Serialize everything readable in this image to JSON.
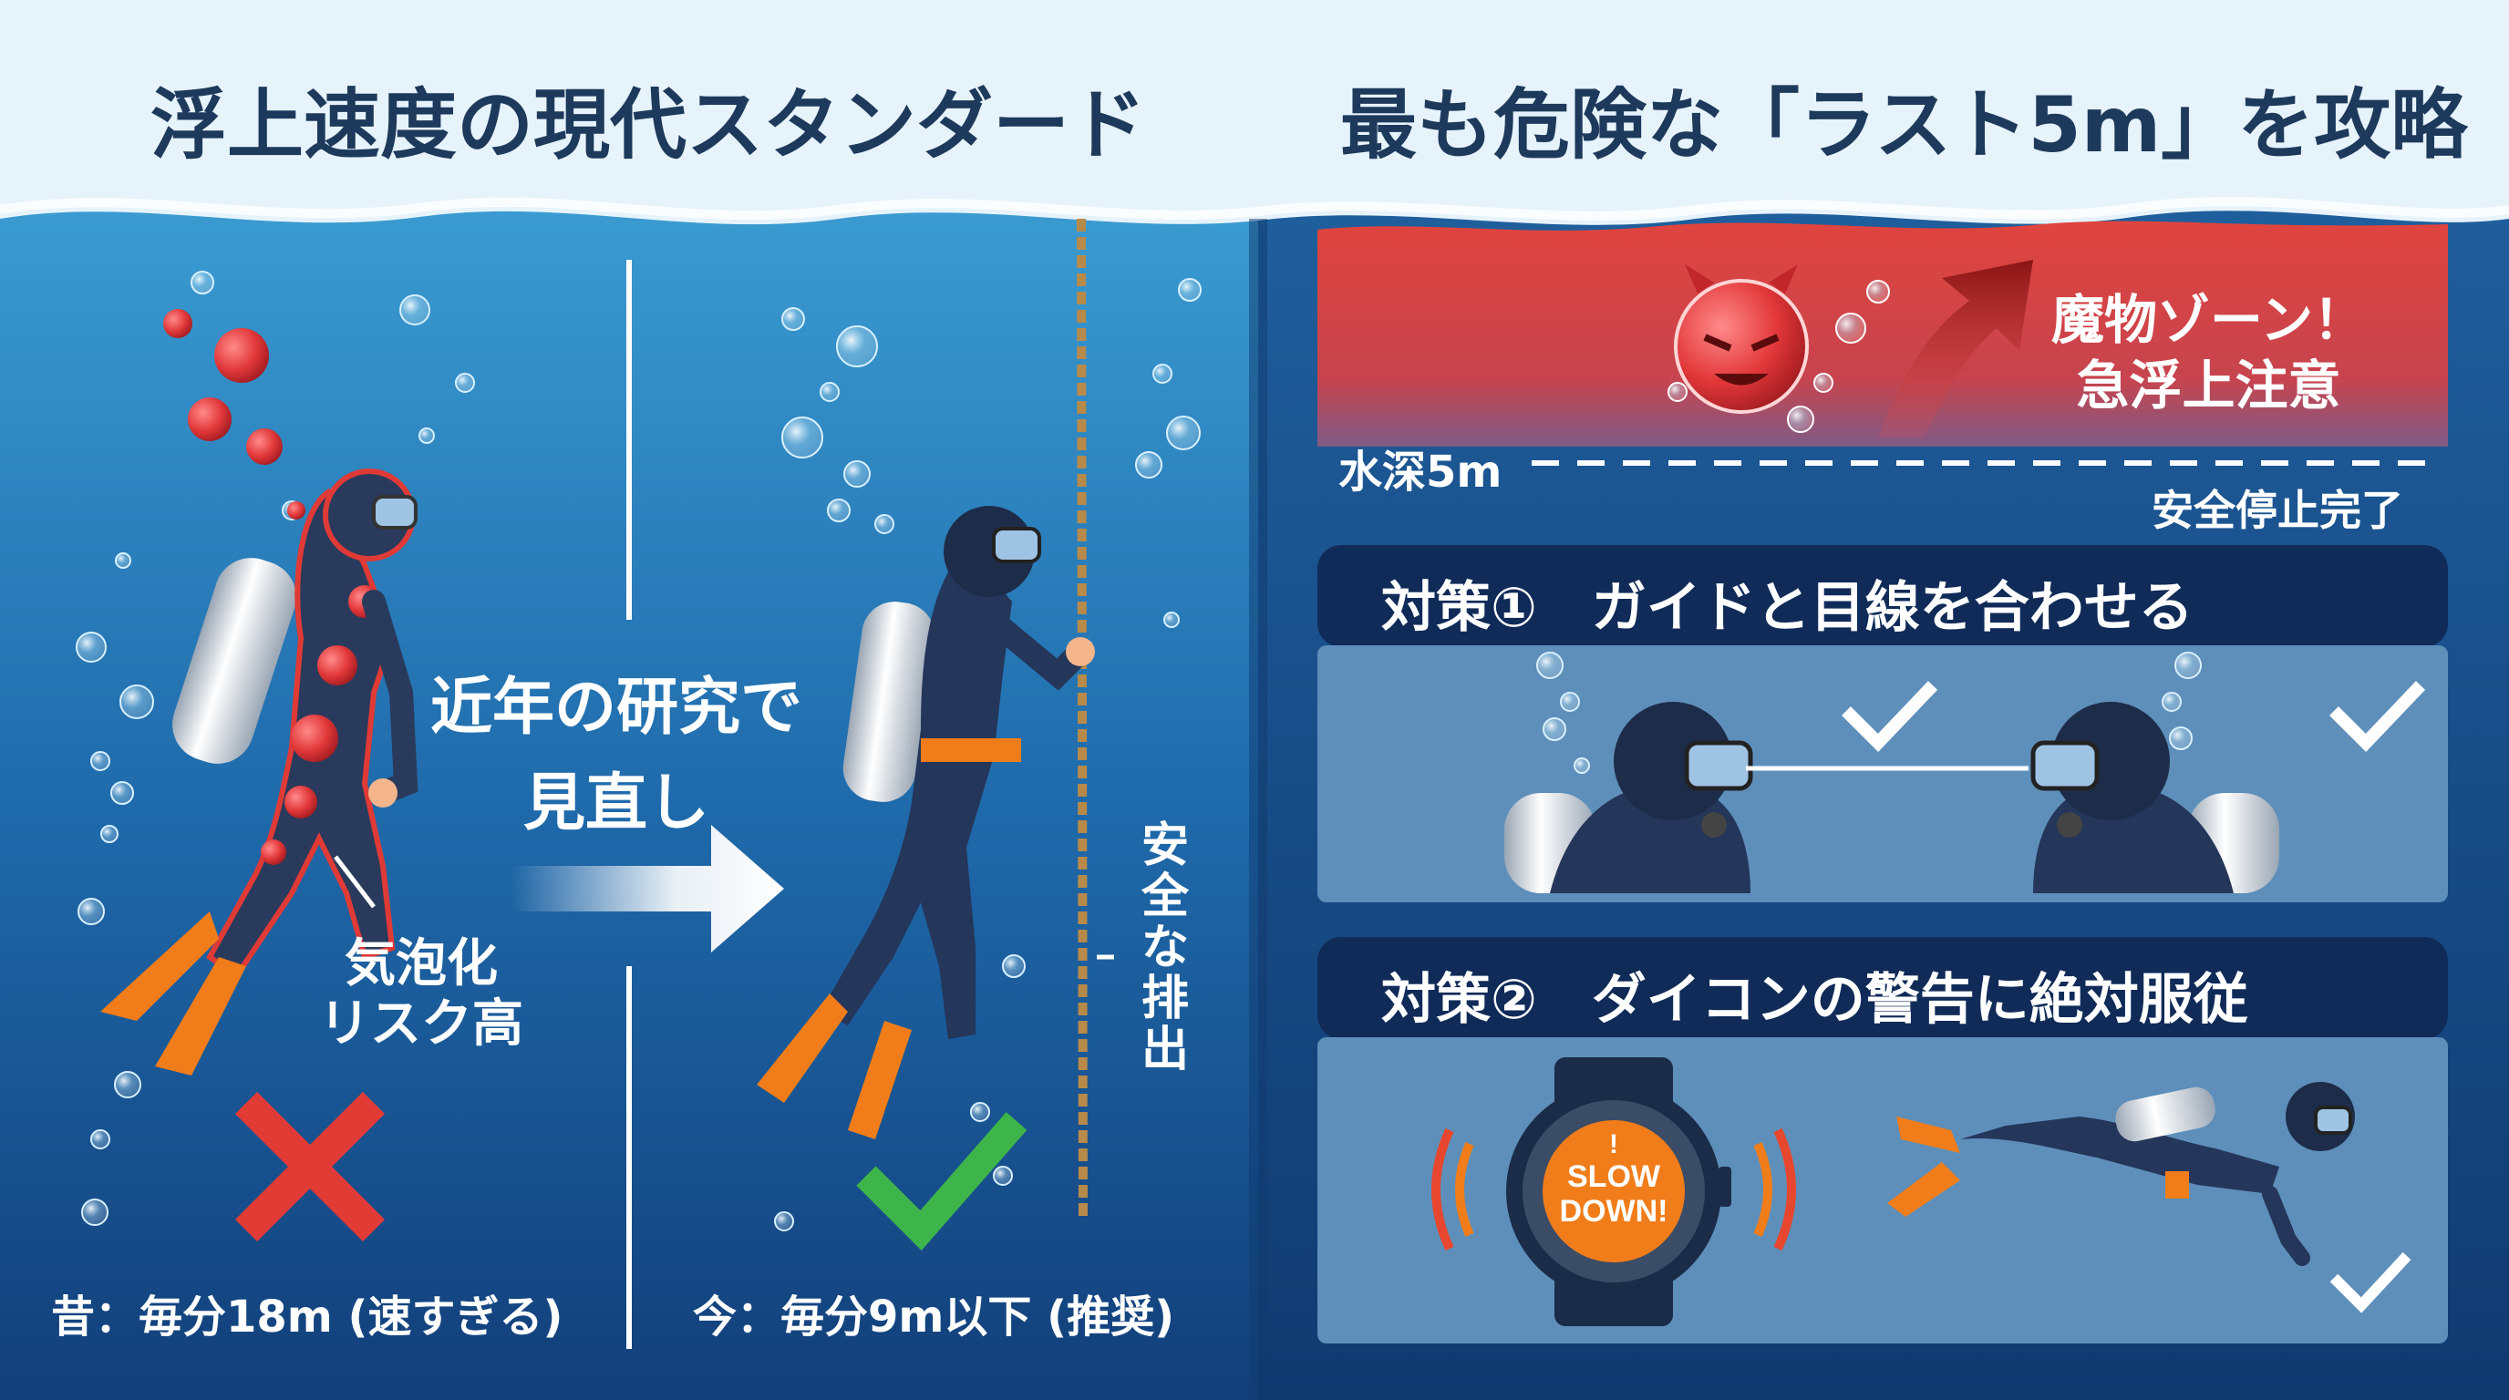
{
  "left_panel": {
    "title": "浮上速度の現代スタンダード",
    "middle_text": [
      "近年の研究で",
      "見直し"
    ],
    "old_label": [
      "気泡化",
      "リスク高"
    ],
    "old_caption": "昔：毎分18m (速すぎる)",
    "new_caption": "今：毎分9m以下 (推奨)",
    "new_label": [
      "安",
      "全",
      "な",
      "排",
      "出"
    ]
  },
  "right_panel": {
    "title": "最も危険な「ラスト5m」を攻略",
    "danger_zone": [
      "魔物ゾーン！",
      "急浮上注意"
    ],
    "depth_label": "水深5m",
    "safety_stop_label": "安全停止完了",
    "measure1_title": "対策①　ガイドと目線を合わせる",
    "measure2_title": "対策②　ダイコンの警告に絶対服従",
    "watch_text": [
      "!",
      "SLOW",
      "DOWN!"
    ]
  },
  "colors": {
    "sky": "#e7f3fb",
    "sea_top": "#3a9bd1",
    "sea_bottom": "#123f7a",
    "danger_red": "#e0443e",
    "banner_navy": "#102b58",
    "accent_orange": "#f07d1a",
    "check_green": "#3eb54a",
    "cross_red": "#e23b36"
  },
  "icons": [
    "diver-icon",
    "bubble-icon",
    "cross-icon",
    "check-icon",
    "arrow-right-icon",
    "devil-bubble-icon",
    "arrow-up-icon",
    "rope-icon",
    "dive-computer-icon"
  ]
}
